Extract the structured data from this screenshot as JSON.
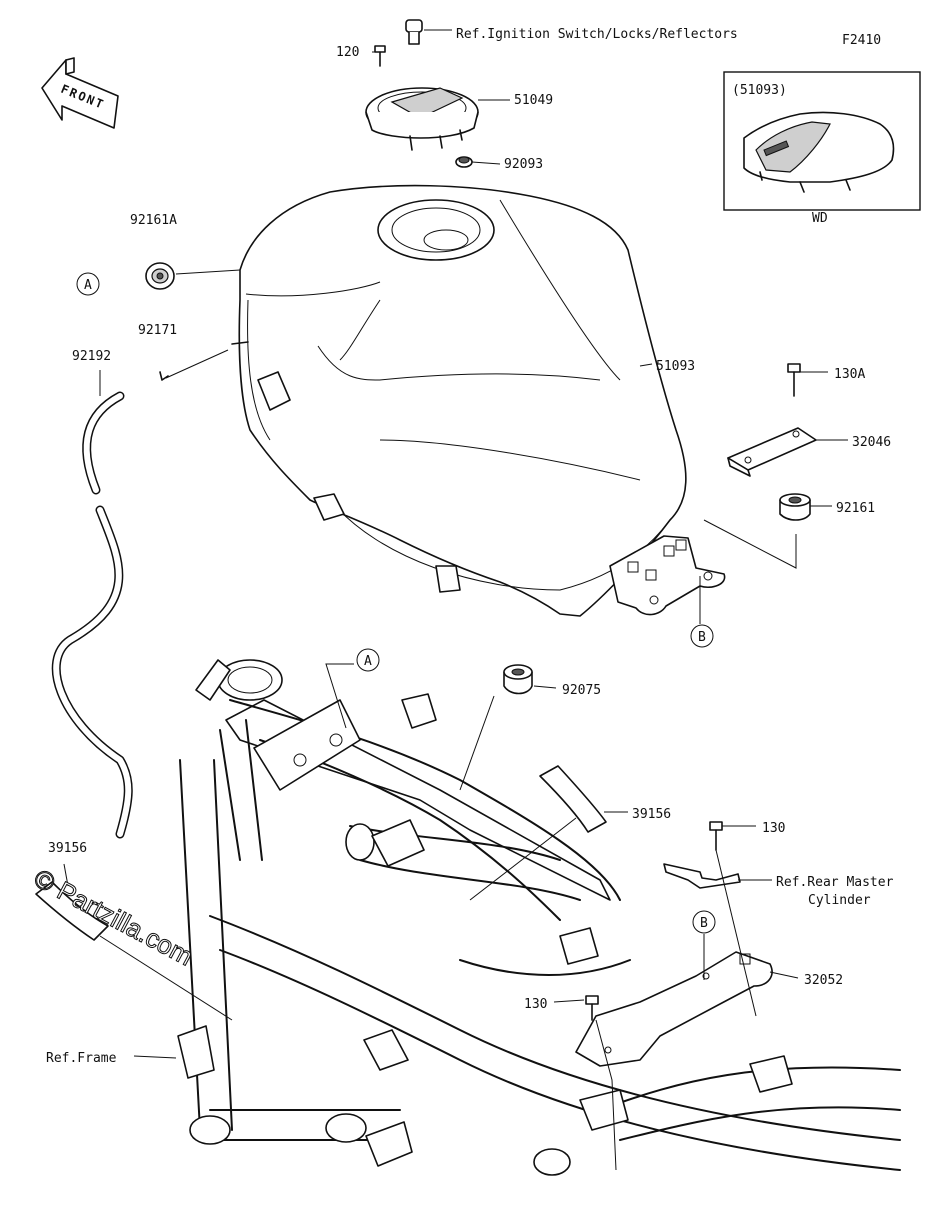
{
  "figure_id": "F2410",
  "front_label": "FRONT",
  "inset": {
    "title": "(51093)",
    "caption": "WD"
  },
  "watermark": "© Partzilla.com",
  "parts": [
    {
      "id": "ref-ignition",
      "label": "Ref.Ignition Switch/Locks/Reflectors"
    },
    {
      "id": "p120",
      "label": "120"
    },
    {
      "id": "p51049",
      "label": "51049"
    },
    {
      "id": "p92093",
      "label": "92093"
    },
    {
      "id": "p92161a",
      "label": "92161A"
    },
    {
      "id": "p92171",
      "label": "92171"
    },
    {
      "id": "p92192",
      "label": "92192"
    },
    {
      "id": "p51093",
      "label": "51093"
    },
    {
      "id": "p130a",
      "label": "130A"
    },
    {
      "id": "p32046",
      "label": "32046"
    },
    {
      "id": "p92161",
      "label": "92161"
    },
    {
      "id": "p92075",
      "label": "92075"
    },
    {
      "id": "p39156a",
      "label": "39156"
    },
    {
      "id": "p39156b",
      "label": "39156"
    },
    {
      "id": "p130b",
      "label": "130"
    },
    {
      "id": "ref-rear-master-1",
      "label": "Ref.Rear Master"
    },
    {
      "id": "ref-rear-master-2",
      "label": "Cylinder"
    },
    {
      "id": "p32052",
      "label": "32052"
    },
    {
      "id": "p130c",
      "label": "130"
    },
    {
      "id": "ref-frame",
      "label": "Ref.Frame"
    }
  ],
  "callouts": {
    "a": "A",
    "b": "B"
  }
}
